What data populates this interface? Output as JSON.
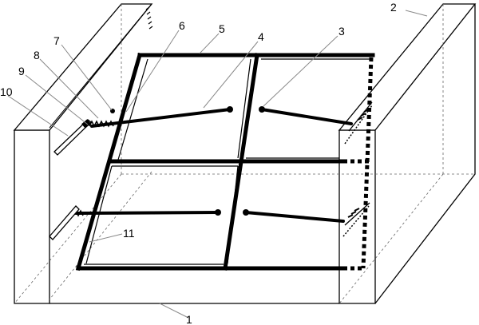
{
  "labels": {
    "l1": "1",
    "l2": "2",
    "l3": "3",
    "l4": "4",
    "l5": "5",
    "l6": "6",
    "l7": "7",
    "l8": "8",
    "l9": "9",
    "l10": "10",
    "l11": "11"
  },
  "colors": {
    "line": "#000000",
    "thin": "#555555",
    "background": "#ffffff"
  }
}
